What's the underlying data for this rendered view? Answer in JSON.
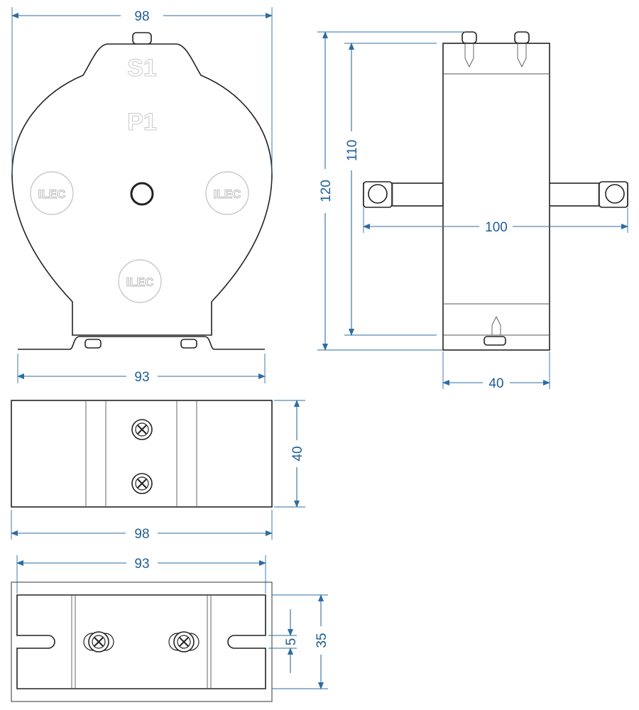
{
  "markings": {
    "terminal_secondary": "S1",
    "terminal_primary": "P1",
    "logo": "ILEC"
  },
  "dimensions": {
    "front_width": "98",
    "front_base_width": "93",
    "side_overall_height": "120",
    "side_window_height": "110",
    "side_busbar_length": "100",
    "side_depth": "40",
    "top_depth": "40",
    "top_width": "98",
    "bottom_width": "93",
    "bottom_depth": "35",
    "slot_width": "5"
  },
  "colors": {
    "dimension": "#2d6da3",
    "outline": "#222222"
  }
}
